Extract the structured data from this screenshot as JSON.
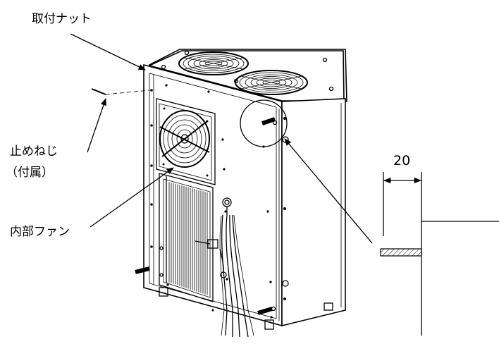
{
  "labels": {
    "mounting_nut": "取付ナット",
    "set_screw_line1": "止めねじ",
    "set_screw_line2": "（付属）",
    "internal_fan": "内部ファン",
    "dimension": "20"
  }
}
